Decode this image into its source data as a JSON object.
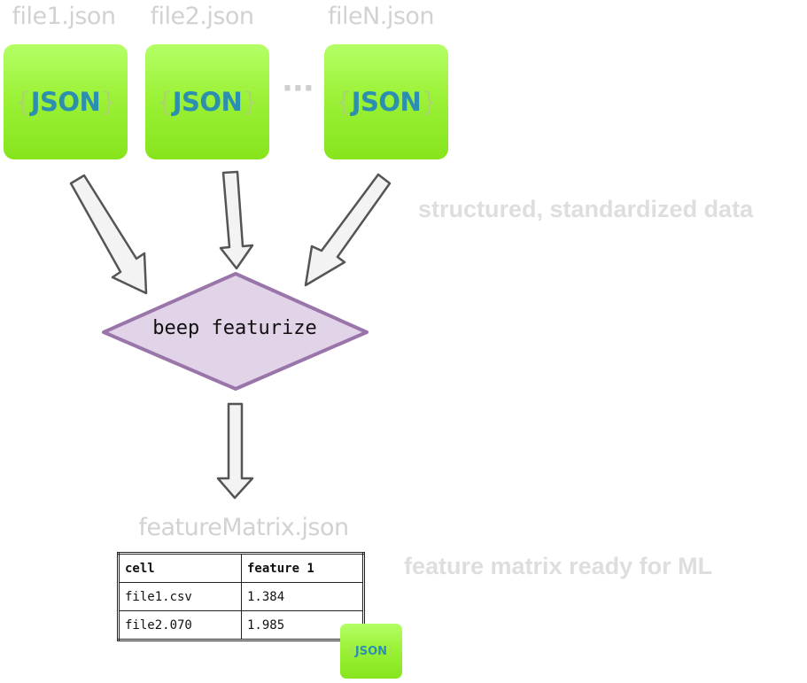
{
  "inputs": [
    {
      "filename": "file1.json",
      "tile_label": "JSON"
    },
    {
      "filename": "file2.json",
      "tile_label": "JSON"
    },
    {
      "filename": "fileN.json",
      "tile_label": "JSON"
    }
  ],
  "ellipsis": "···",
  "brace_open": "{",
  "brace_close": "}",
  "process_label": "beep featurize",
  "notes": {
    "structured": "structured, standardized data",
    "feature_matrix": "feature matrix ready for ML"
  },
  "output": {
    "filename": "featureMatrix.json",
    "tile_label": "JSON",
    "table": {
      "headers": [
        "cell",
        "feature 1"
      ],
      "rows": [
        [
          "file1.csv",
          "1.384"
        ],
        [
          "file2.070",
          "1.985"
        ]
      ]
    }
  },
  "colors": {
    "tile_green": "#9cf238",
    "json_text": "#2d8fb0",
    "diamond_fill": "#e2d4e8",
    "diamond_stroke": "#9a75a9",
    "arrow_fill": "#f3f3f3",
    "arrow_stroke": "#555555",
    "faded_text": "#d2d2d2"
  }
}
